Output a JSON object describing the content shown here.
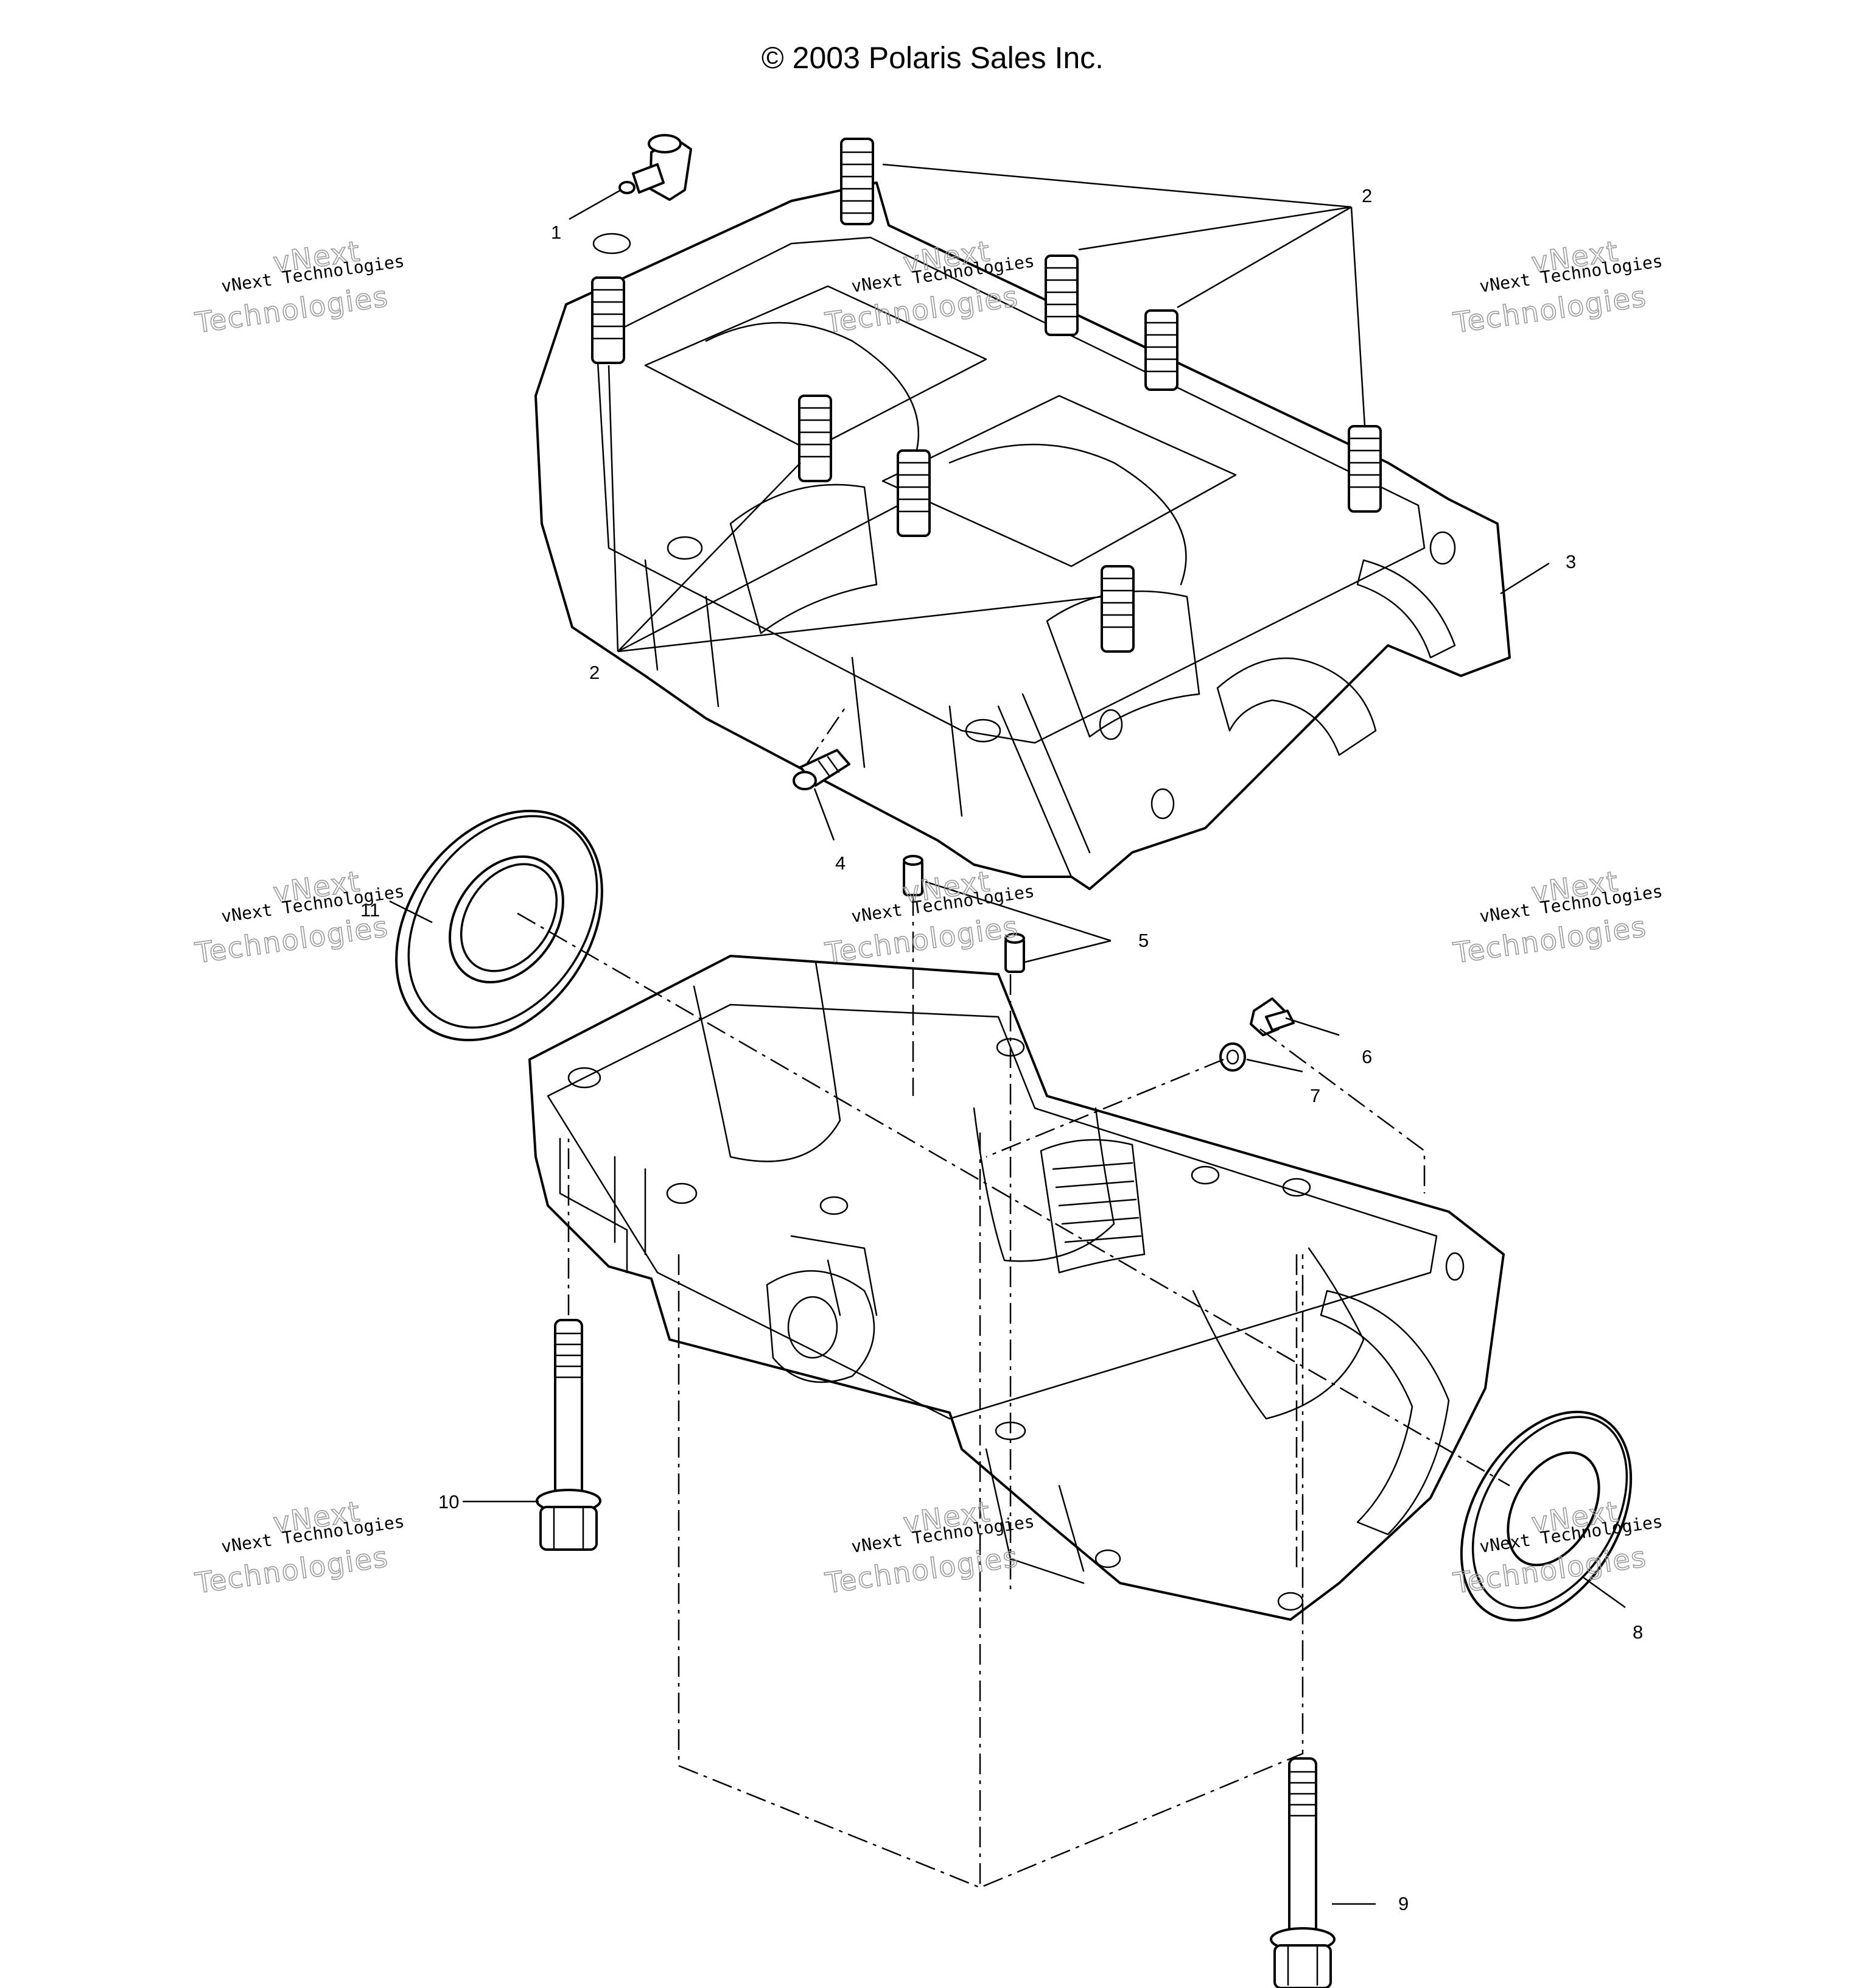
{
  "header": {
    "copyright": "© 2003 Polaris Sales Inc."
  },
  "callouts": {
    "c1": "1",
    "c2_top": "2",
    "c2_bottom": "2",
    "c3": "3",
    "c4": "4",
    "c5": "5",
    "c6": "6",
    "c7": "7",
    "c8": "8",
    "c9": "9",
    "c10": "10",
    "c11": "11"
  },
  "watermark": {
    "line_small": "vNext Technologies",
    "line_big_1": "vNext",
    "line_big_2": "Technologies"
  }
}
